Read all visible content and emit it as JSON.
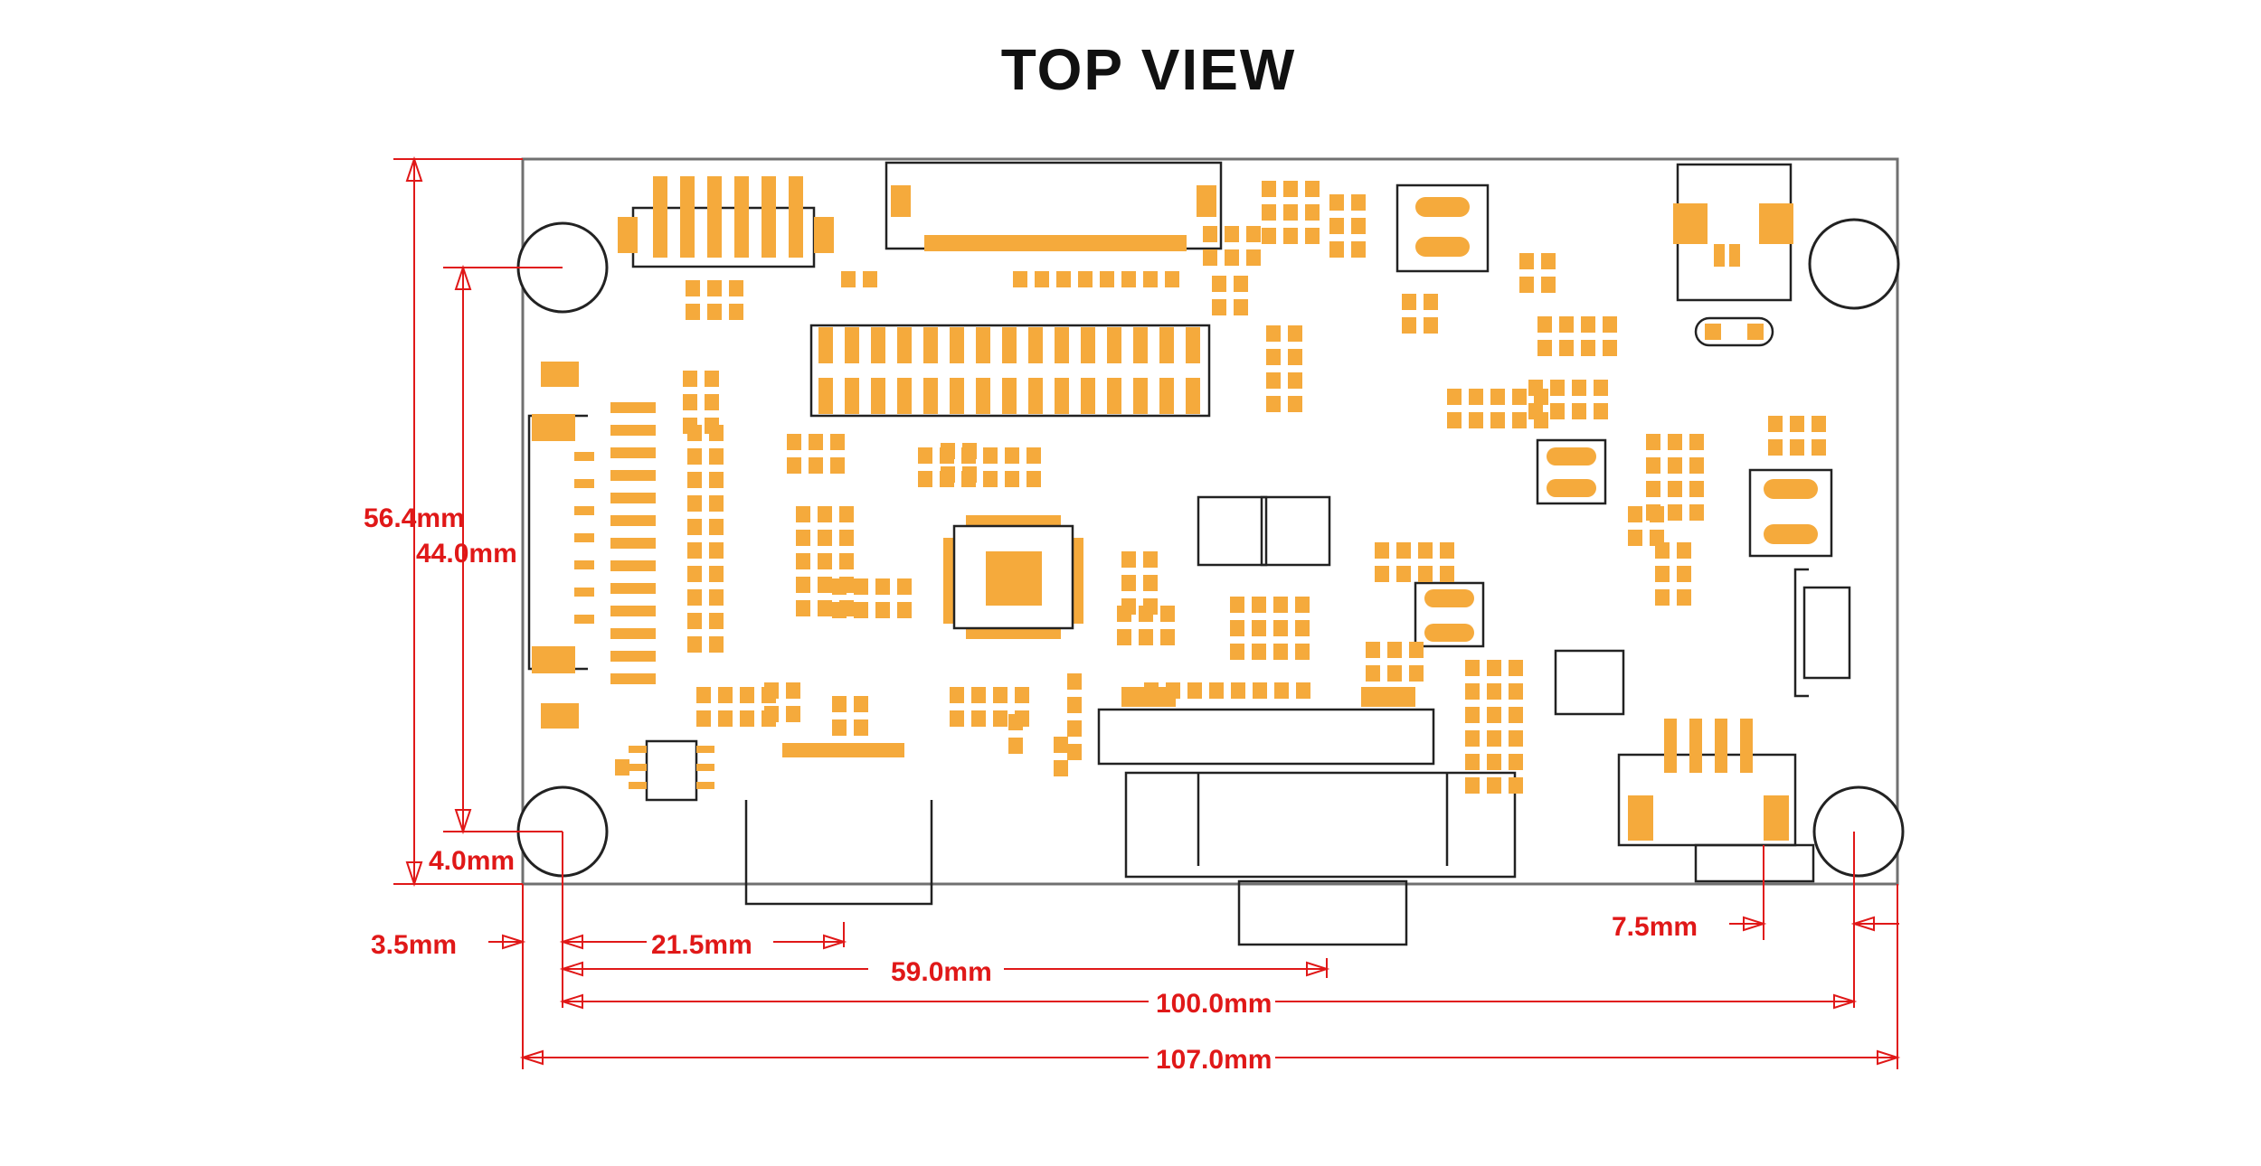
{
  "title": "TOP VIEW",
  "colors": {
    "dimension": "#e01818",
    "pad": "#f5aa3c",
    "outline": "#222222",
    "pcb_border": "#707070"
  },
  "dimensions": {
    "height_total": "56.4mm",
    "height_holes": "44.0mm",
    "hole_offset_bottom": "4.0mm",
    "hole_offset_left": "3.5mm",
    "connector_offset": "21.5mm",
    "vga_offset": "59.0mm",
    "hole_spacing": "100.0mm",
    "width_total": "107.0mm",
    "power_offset": "7.5mm"
  }
}
